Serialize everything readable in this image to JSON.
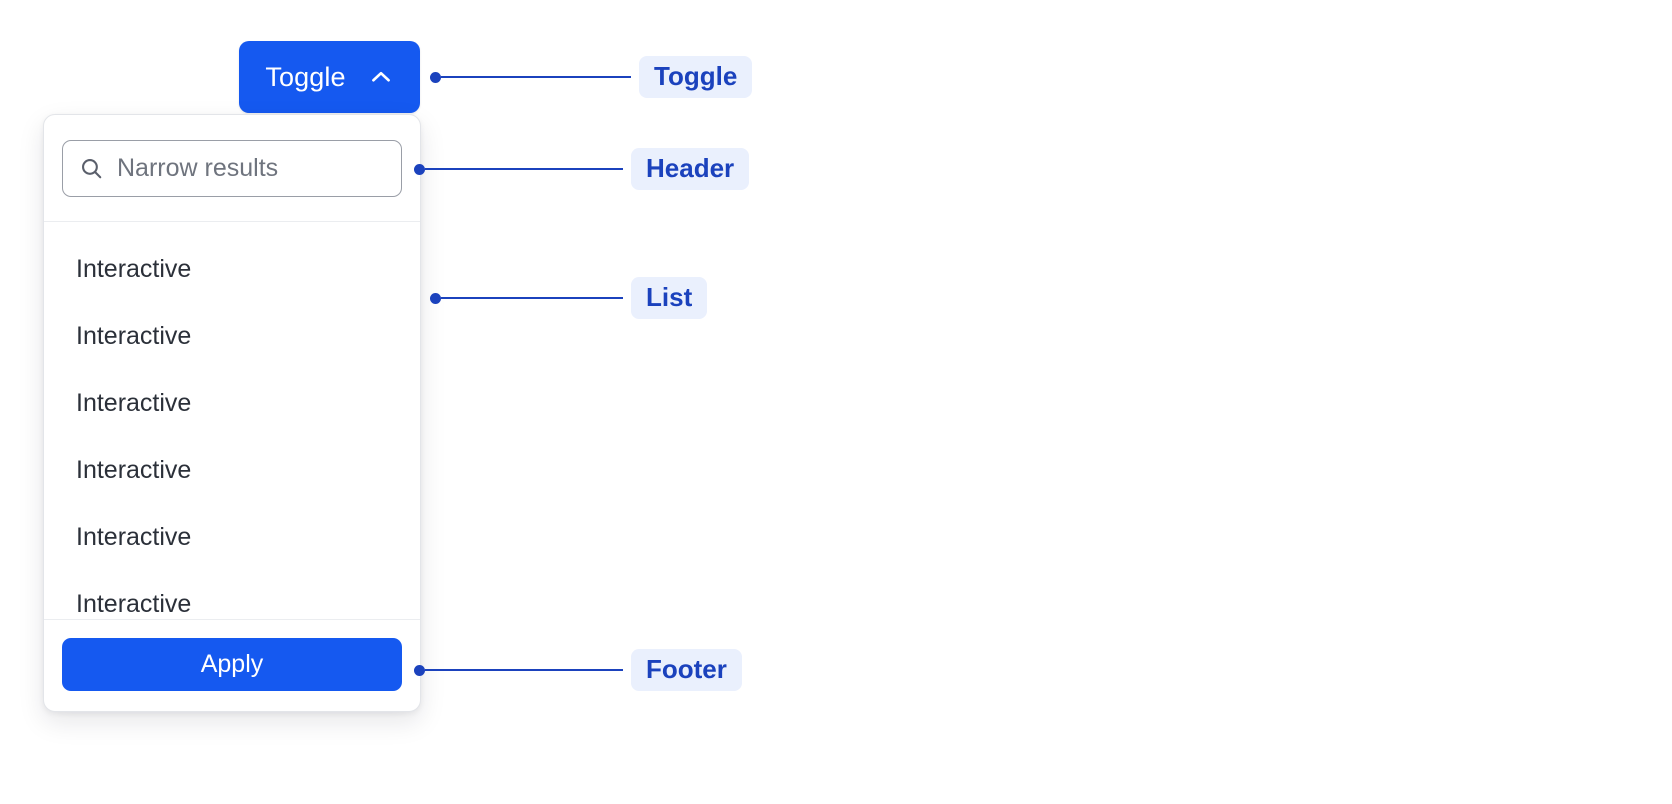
{
  "toggle": {
    "label": "Toggle",
    "icon": "chevron-up-icon",
    "expanded": true,
    "background_color": "#1559f0",
    "text_color": "#ffffff"
  },
  "panel": {
    "header": {
      "search": {
        "icon": "search-icon",
        "value": "",
        "placeholder": "Narrow results"
      }
    },
    "list": {
      "items": [
        {
          "label": "Interactive"
        },
        {
          "label": "Interactive"
        },
        {
          "label": "Interactive"
        },
        {
          "label": "Interactive"
        },
        {
          "label": "Interactive"
        },
        {
          "label": "Interactive"
        }
      ]
    },
    "footer": {
      "apply_label": "Apply",
      "apply_background_color": "#1559f0",
      "apply_text_color": "#ffffff"
    },
    "background_color": "#ffffff",
    "border_color": "#e3e5e9"
  },
  "annotations": {
    "accent_color": "#1b42bd",
    "chip_background_color": "#eaf0fd",
    "items": [
      {
        "id": "toggle",
        "label": "Toggle"
      },
      {
        "id": "header",
        "label": "Header"
      },
      {
        "id": "list",
        "label": "List"
      },
      {
        "id": "footer",
        "label": "Footer"
      }
    ]
  }
}
